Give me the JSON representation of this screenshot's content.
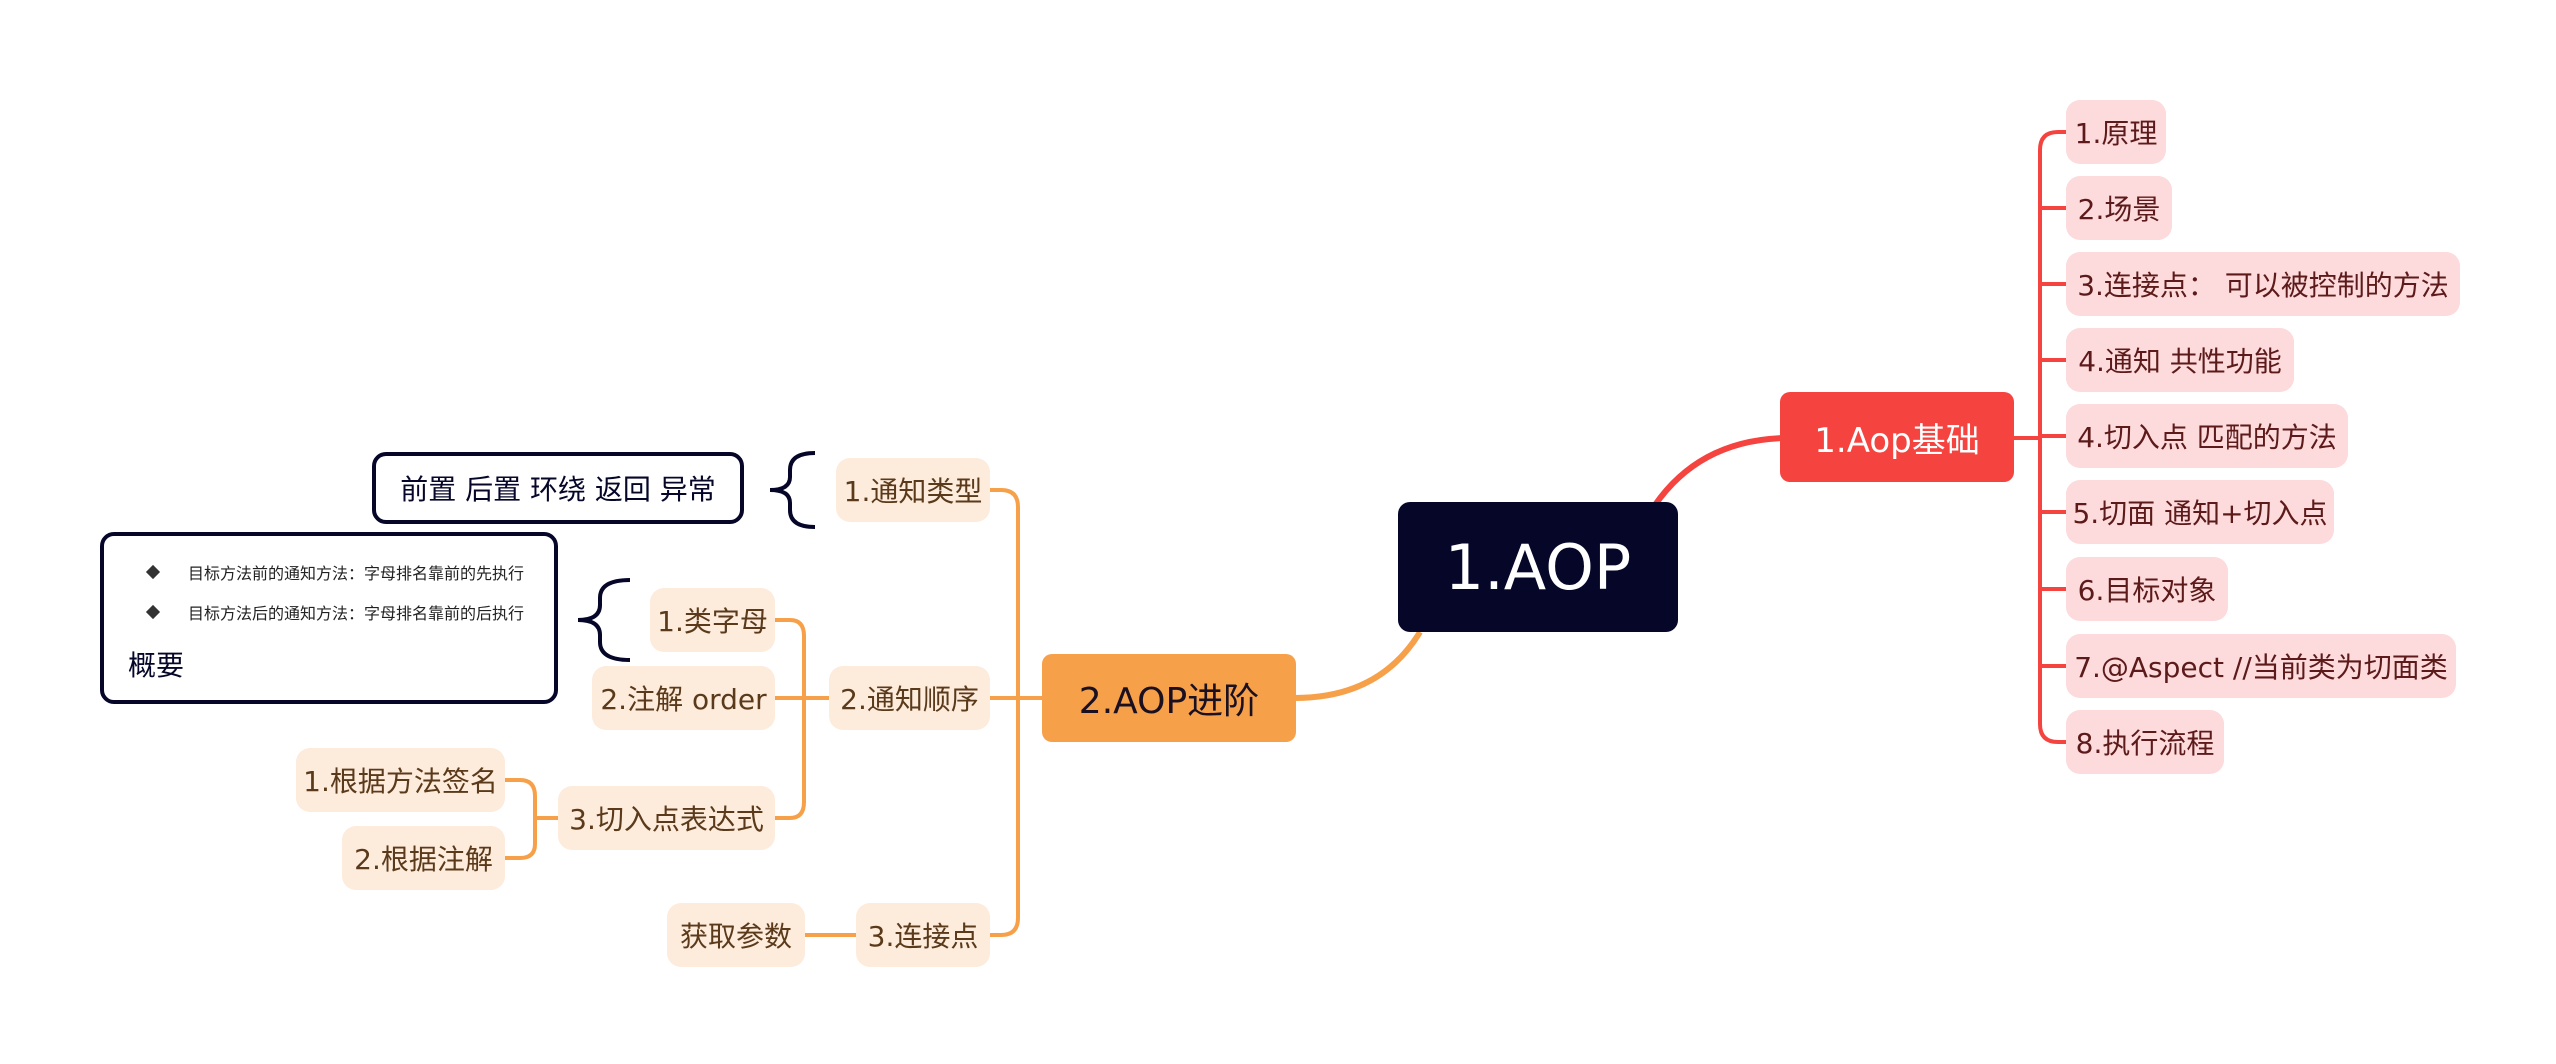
{
  "root": {
    "label": "1.AOP"
  },
  "basics": {
    "label": "1.Aop基础",
    "items": [
      "1.原理",
      "2.场景",
      "3.连接点： 可以被控制的方法",
      "4.通知 共性功能",
      "4.切入点 匹配的方法",
      "5.切面 通知+切入点",
      "6.目标对象",
      "7.@Aspect //当前类为切面类",
      "8.执行流程"
    ]
  },
  "advanced": {
    "label": "2.AOP进阶",
    "notice_types": {
      "label": "1.通知类型",
      "detail": "前置 后置 环绕 返回 异常"
    },
    "notice_order": {
      "label": "2.通知顺序",
      "class_letter": "1.类字母",
      "annotation_order": "2.注解 order",
      "pointcut_expr": {
        "label": "3.切入点表达式",
        "by_signature": "1.根据方法签名",
        "by_annotation": "2.根据注解"
      },
      "summary": {
        "lines": [
          "目标方法前的通知方法：字母排名靠前的先执行",
          "目标方法后的通知方法：字母排名靠前的后执行"
        ],
        "title": "概要"
      }
    },
    "join_point": {
      "label": "3.连接点",
      "get_params": "获取参数"
    }
  },
  "colors": {
    "root": "#050628",
    "basics": "#f5433f",
    "advanced": "#f7a04a",
    "pink": "#fddadb",
    "peach": "#fdebdc"
  }
}
